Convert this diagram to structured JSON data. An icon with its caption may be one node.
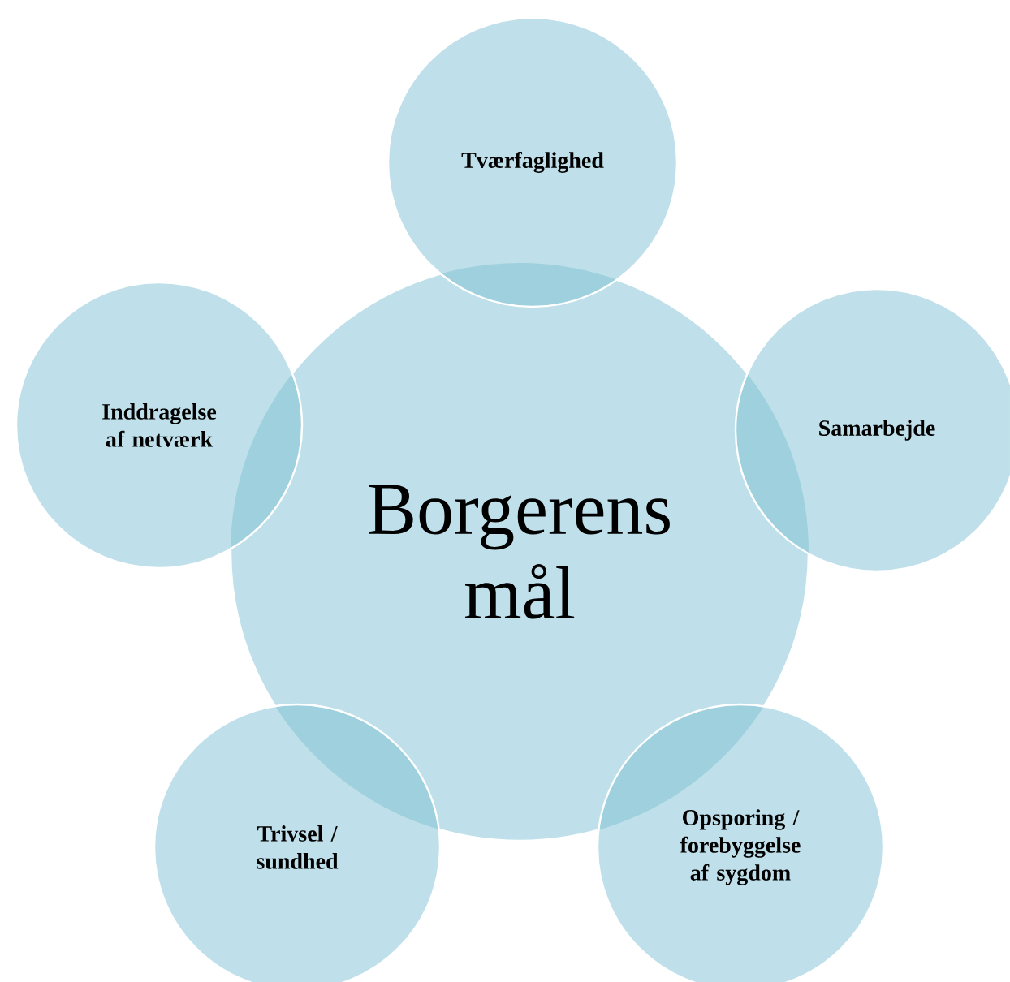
{
  "diagram": {
    "nodes": [
      {
        "text": [
          "Borgerens mål"
        ]
      },
      {
        "text": [
          "Tværfaglighed"
        ]
      },
      {
        "text": [
          "Inddragelse af netværk"
        ]
      },
      {
        "text": [
          "Samarbejde"
        ]
      },
      {
        "text": [
          "Trivsel / sundhed"
        ]
      },
      {
        "text": [
          "Opsporing / forebyggelse af sygdom"
        ]
      }
    ]
  }
}
